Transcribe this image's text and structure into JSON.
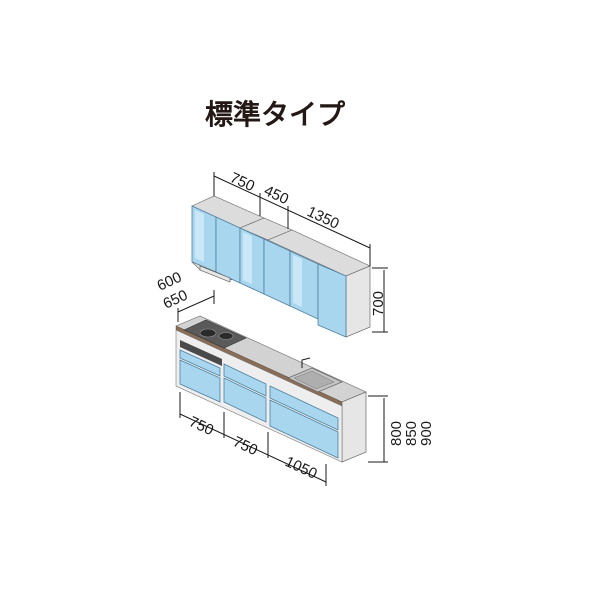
{
  "title": "標準タイプ",
  "dimensions": {
    "upper_widths": [
      "750",
      "450",
      "1350"
    ],
    "upper_height": "700",
    "depth": "600\n650",
    "depth_a": "600",
    "depth_b": "650",
    "base_widths": [
      "750",
      "750",
      "1050"
    ],
    "base_height_a": "800",
    "base_height_b": "850",
    "base_height_c": "900"
  },
  "colors": {
    "door": "#a9d6ef",
    "door_edge": "#4a7f9e",
    "cabinet_body": "#e6e6e6",
    "countertop": "#d2d2d2",
    "title_text": "#231815"
  }
}
